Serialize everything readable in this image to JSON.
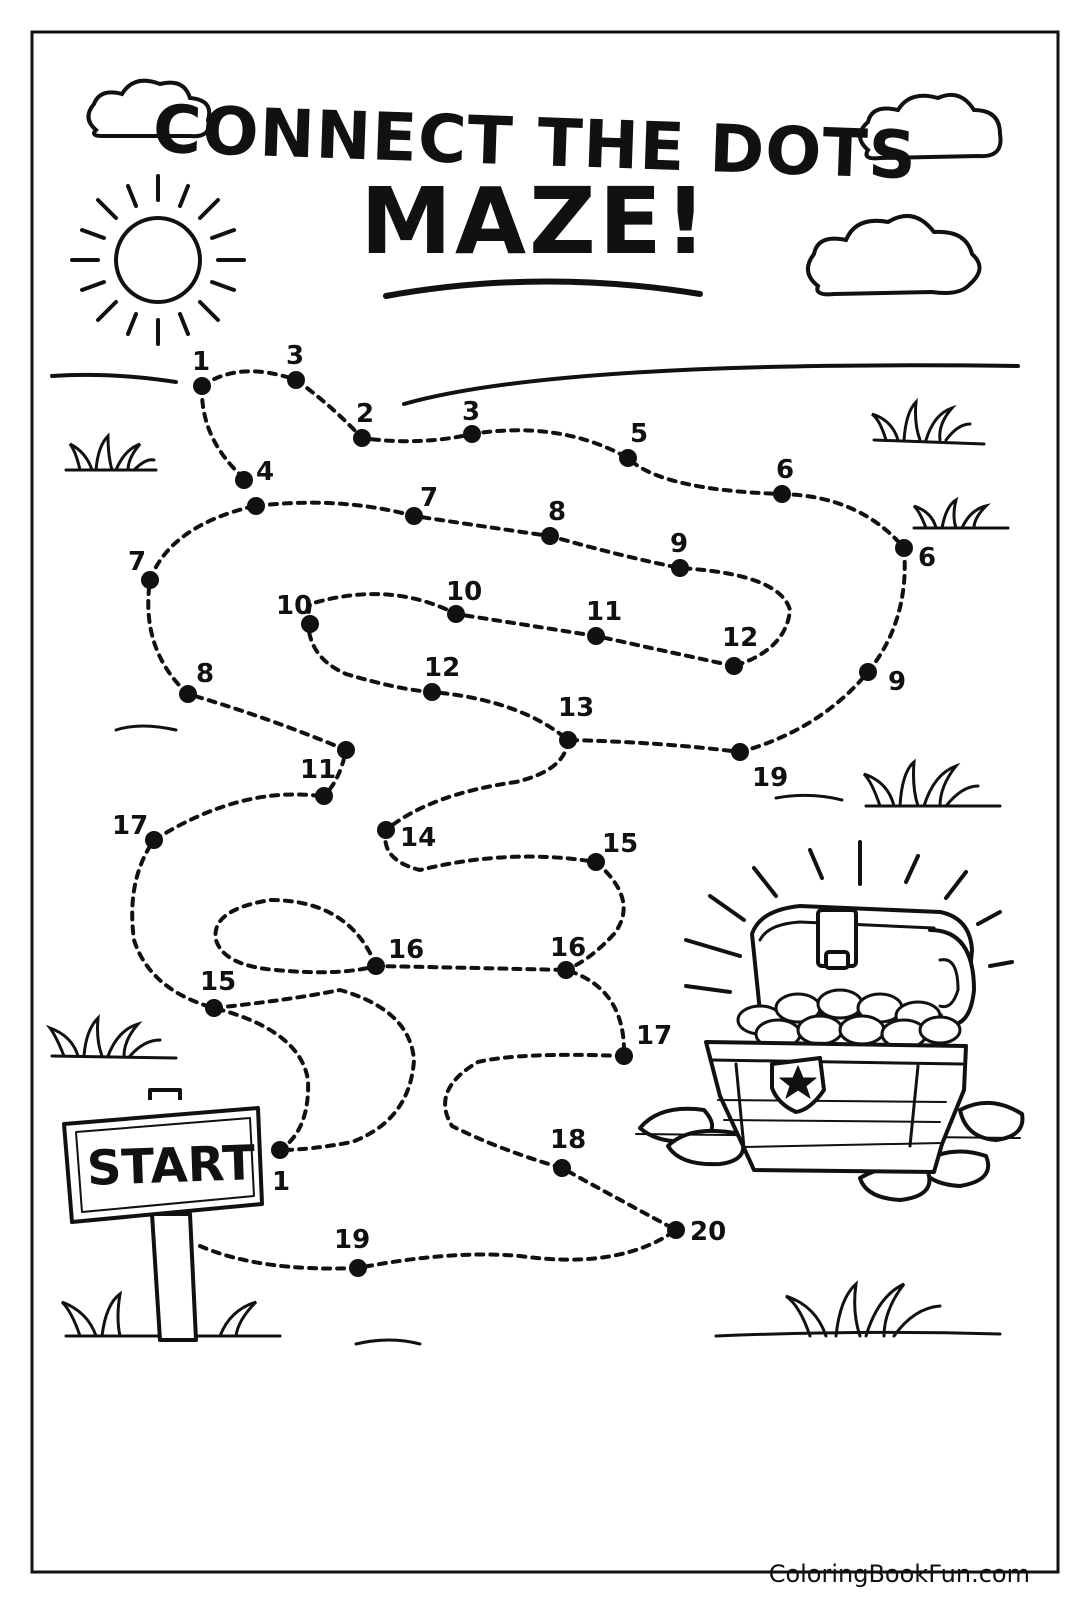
{
  "title": {
    "line1": "CONNECT THE DOTS",
    "line2": "MAZE!"
  },
  "start_sign": "START",
  "credit": "ColoringBookFun.com",
  "icons": [
    "sun-icon",
    "cloud-icon",
    "grass-icon",
    "treasure-chest-icon",
    "signpost-icon",
    "star-icon"
  ],
  "dot_labels": [
    "1",
    "3",
    "2",
    "3",
    "5",
    "6",
    "4",
    "7",
    "8",
    "9",
    "6",
    "7",
    "10",
    "10",
    "11",
    "12",
    "12",
    "8",
    "13",
    "9",
    "11",
    "19",
    "17",
    "14",
    "15",
    "16",
    "16",
    "15",
    "17",
    "1",
    "18",
    "19",
    "20"
  ],
  "colors": {
    "ink": "#111111",
    "paper": "#ffffff"
  }
}
